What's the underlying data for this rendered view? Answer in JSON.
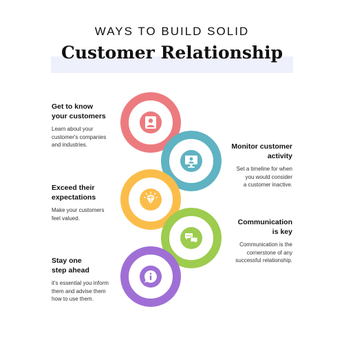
{
  "header": {
    "subtitle": "WAYS TO BUILD SOLID",
    "title": "Customer Relationship"
  },
  "steps": [
    {
      "title_lines": [
        "Get to know",
        "your customers"
      ],
      "description": "Learn about your\ncustomer's companies\nand industries.",
      "color": "#ec7b7f",
      "icon": "user-icon"
    },
    {
      "title_lines": [
        "Monitor customer",
        "activity"
      ],
      "description": "Set a timeline for when\nyou would consider\na customer inactive.",
      "color": "#5fb3c2",
      "icon": "monitor-user-icon"
    },
    {
      "title_lines": [
        "Exceed their",
        "expectations"
      ],
      "description": "Make your customers\nfeel valued.",
      "color": "#fbbd4a",
      "icon": "diamond-icon"
    },
    {
      "title_lines": [
        "Communication",
        "is key"
      ],
      "description": "Communication is the\ncornerstone of any\nsuccessful relationship.",
      "color": "#9dcc4e",
      "icon": "chat-bubbles-icon"
    },
    {
      "title_lines": [
        "Stay one",
        "step ahead"
      ],
      "description": "it's essential you inform\nthem and advise them\nhow to use them.",
      "color": "#9f6fd6",
      "icon": "info-icon"
    }
  ]
}
